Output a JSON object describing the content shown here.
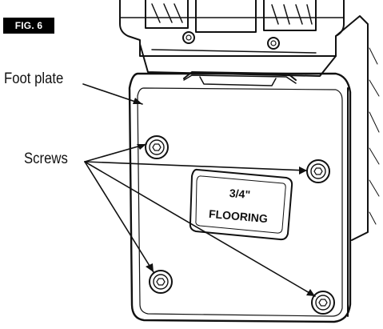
{
  "figure": {
    "badge": "FIG. 6"
  },
  "callouts": {
    "foot_plate": "Foot plate",
    "screws": "Screws"
  },
  "plate_marking": {
    "line1": "3/4\"",
    "line2": "FLOORING"
  },
  "colors": {
    "line": "#111111",
    "badge_bg": "#000000",
    "badge_text": "#ffffff"
  }
}
